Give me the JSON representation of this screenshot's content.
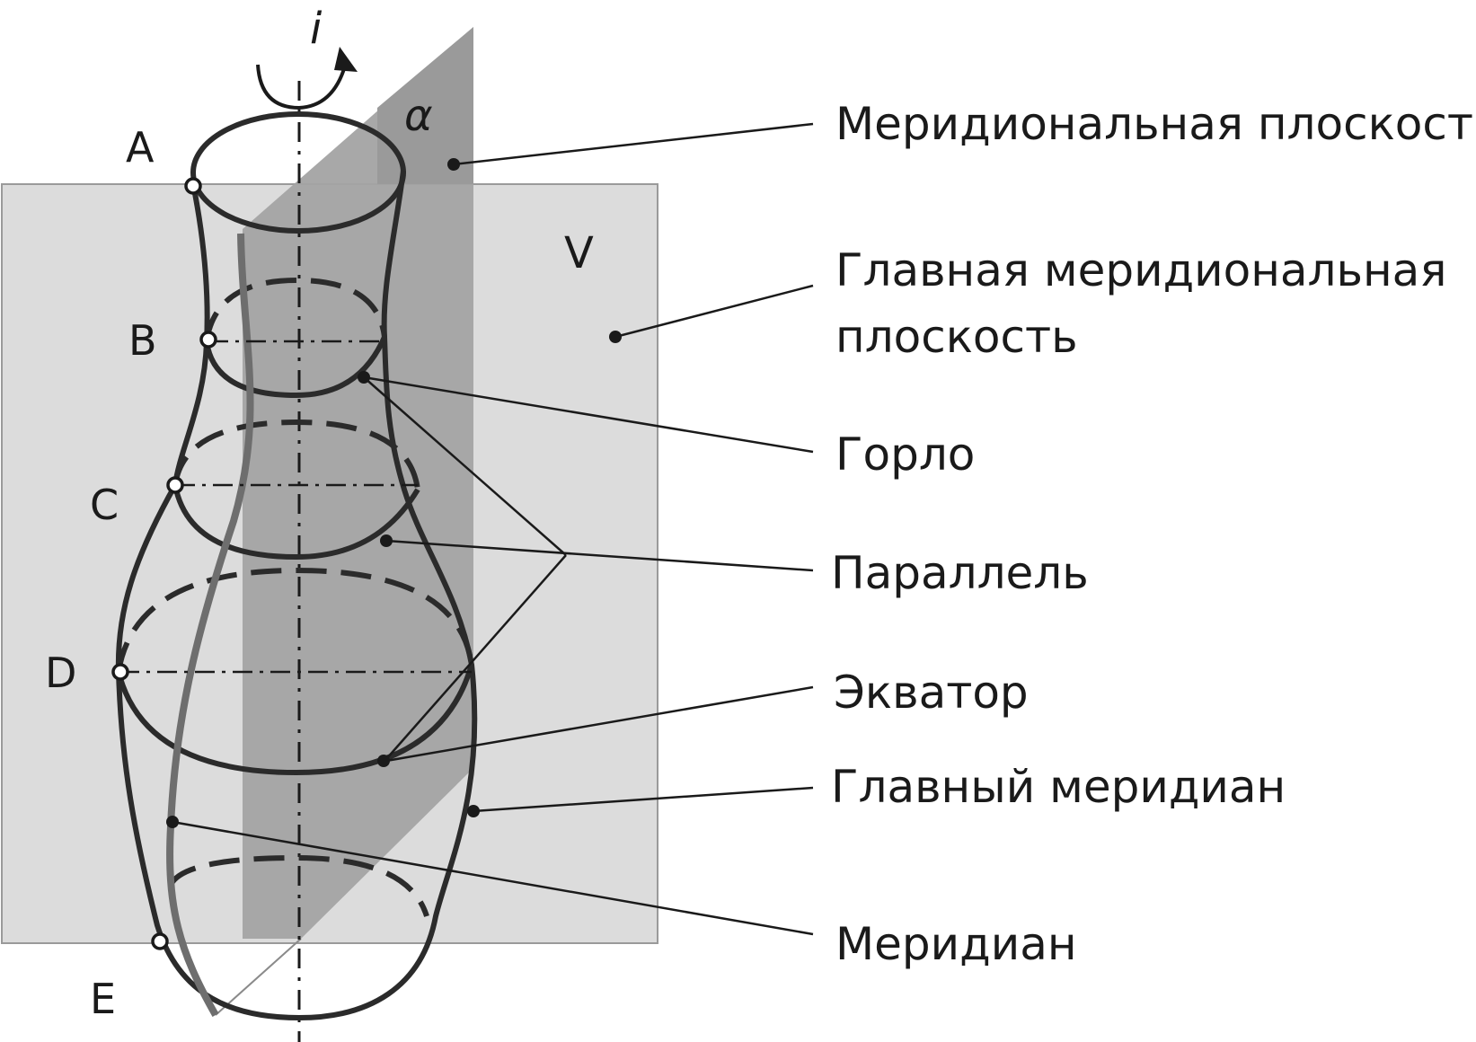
{
  "axis_label": "i",
  "plane_alpha_label": "α",
  "plane_v_label": "V",
  "points": [
    "A",
    "B",
    "C",
    "D",
    "E"
  ],
  "callouts": {
    "meridional_plane": "Меридиональная плоскость",
    "main_meridional_plane_line1": "Главная меридиональная",
    "main_meridional_plane_line2": "плоскость",
    "throat": "Горло",
    "parallel": "Параллель",
    "equator": "Экватор",
    "main_meridian": "Главный меридиан",
    "meridian": "Меридиан"
  },
  "colors": {
    "plane_v": "#dcdcdc",
    "plane_alpha": "#9e9e9e",
    "outline": "#2b2b2b",
    "meridian_line": "#6e6e6e"
  }
}
